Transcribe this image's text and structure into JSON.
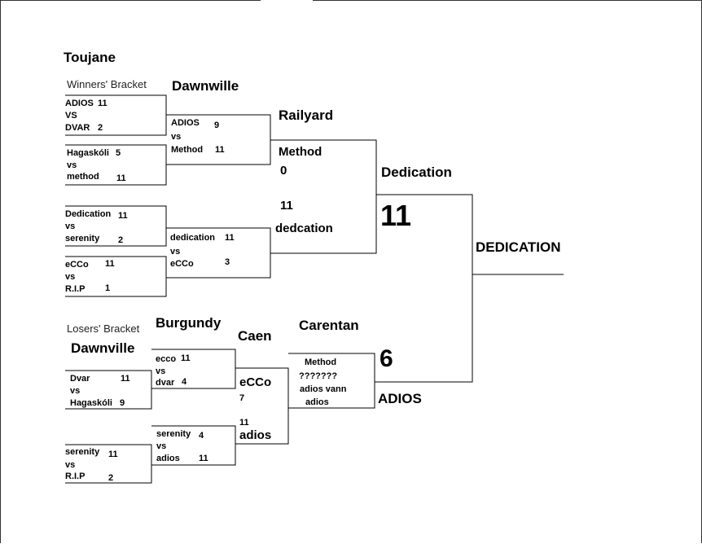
{
  "locations": {
    "toujane": "Toujane",
    "dawnwille_top": "Dawnwille",
    "railyard": "Railyard",
    "dedication_map": "Dedication",
    "burgundy": "Burgundy",
    "caen": "Caen",
    "carentan": "Carentan",
    "dawnville_losers": "Dawnville"
  },
  "brackets": {
    "winners_label": "Winners' Bracket",
    "losers_label": "Losers' Bracket"
  },
  "winners_round1": [
    {
      "team1": "ADIOS",
      "score1": "11",
      "vs": "VS",
      "team2": "DVAR",
      "score2": "2"
    },
    {
      "team1": "Hagaskóli",
      "score1": "5",
      "vs": "vs",
      "team2": "method",
      "score2": "11"
    },
    {
      "team1": "Dedication",
      "score1": "11",
      "vs": "vs",
      "team2": "serenity",
      "score2": "2"
    },
    {
      "team1": "eCCo",
      "score1": "11",
      "vs": "vs",
      "team2": "R.I.P",
      "score2": "1"
    }
  ],
  "winners_round2": [
    {
      "team1": "ADIOS",
      "score1": "9",
      "vs": "vs",
      "team2": "Method",
      "score2": "11"
    },
    {
      "team1": "dedication",
      "score1": "11",
      "vs": "vs",
      "team2": "eCCo",
      "score2": "3"
    }
  ],
  "winners_semifinal": {
    "team1": "Method",
    "score1": "0",
    "score2": "11",
    "team2": "dedcation"
  },
  "winners_final": {
    "score": "11"
  },
  "losers_round1": [
    {
      "team1": "Dvar",
      "score1": "11",
      "vs": "vs",
      "team2": "Hagaskóli",
      "score2": "9"
    },
    {
      "team1": "serenity",
      "score1": "11",
      "vs": "vs",
      "team2": "R.I.P",
      "score2": "2"
    }
  ],
  "losers_round2": [
    {
      "team1": "ecco",
      "score1": "11",
      "vs": "vs",
      "team2": "dvar",
      "score2": "4"
    },
    {
      "team1": "serenity",
      "score1": "4",
      "vs": "vs",
      "team2": "adios",
      "score2": "11"
    }
  ],
  "losers_round3": {
    "team1": "eCCo",
    "score1": "7",
    "score2": "11",
    "team2": "adios"
  },
  "losers_final": {
    "line1": "Method",
    "line2": "???????",
    "line3": "adios vann",
    "line4": "adios"
  },
  "losers_winner": {
    "score": "6",
    "team": "ADIOS"
  },
  "champion": "DEDICATION"
}
